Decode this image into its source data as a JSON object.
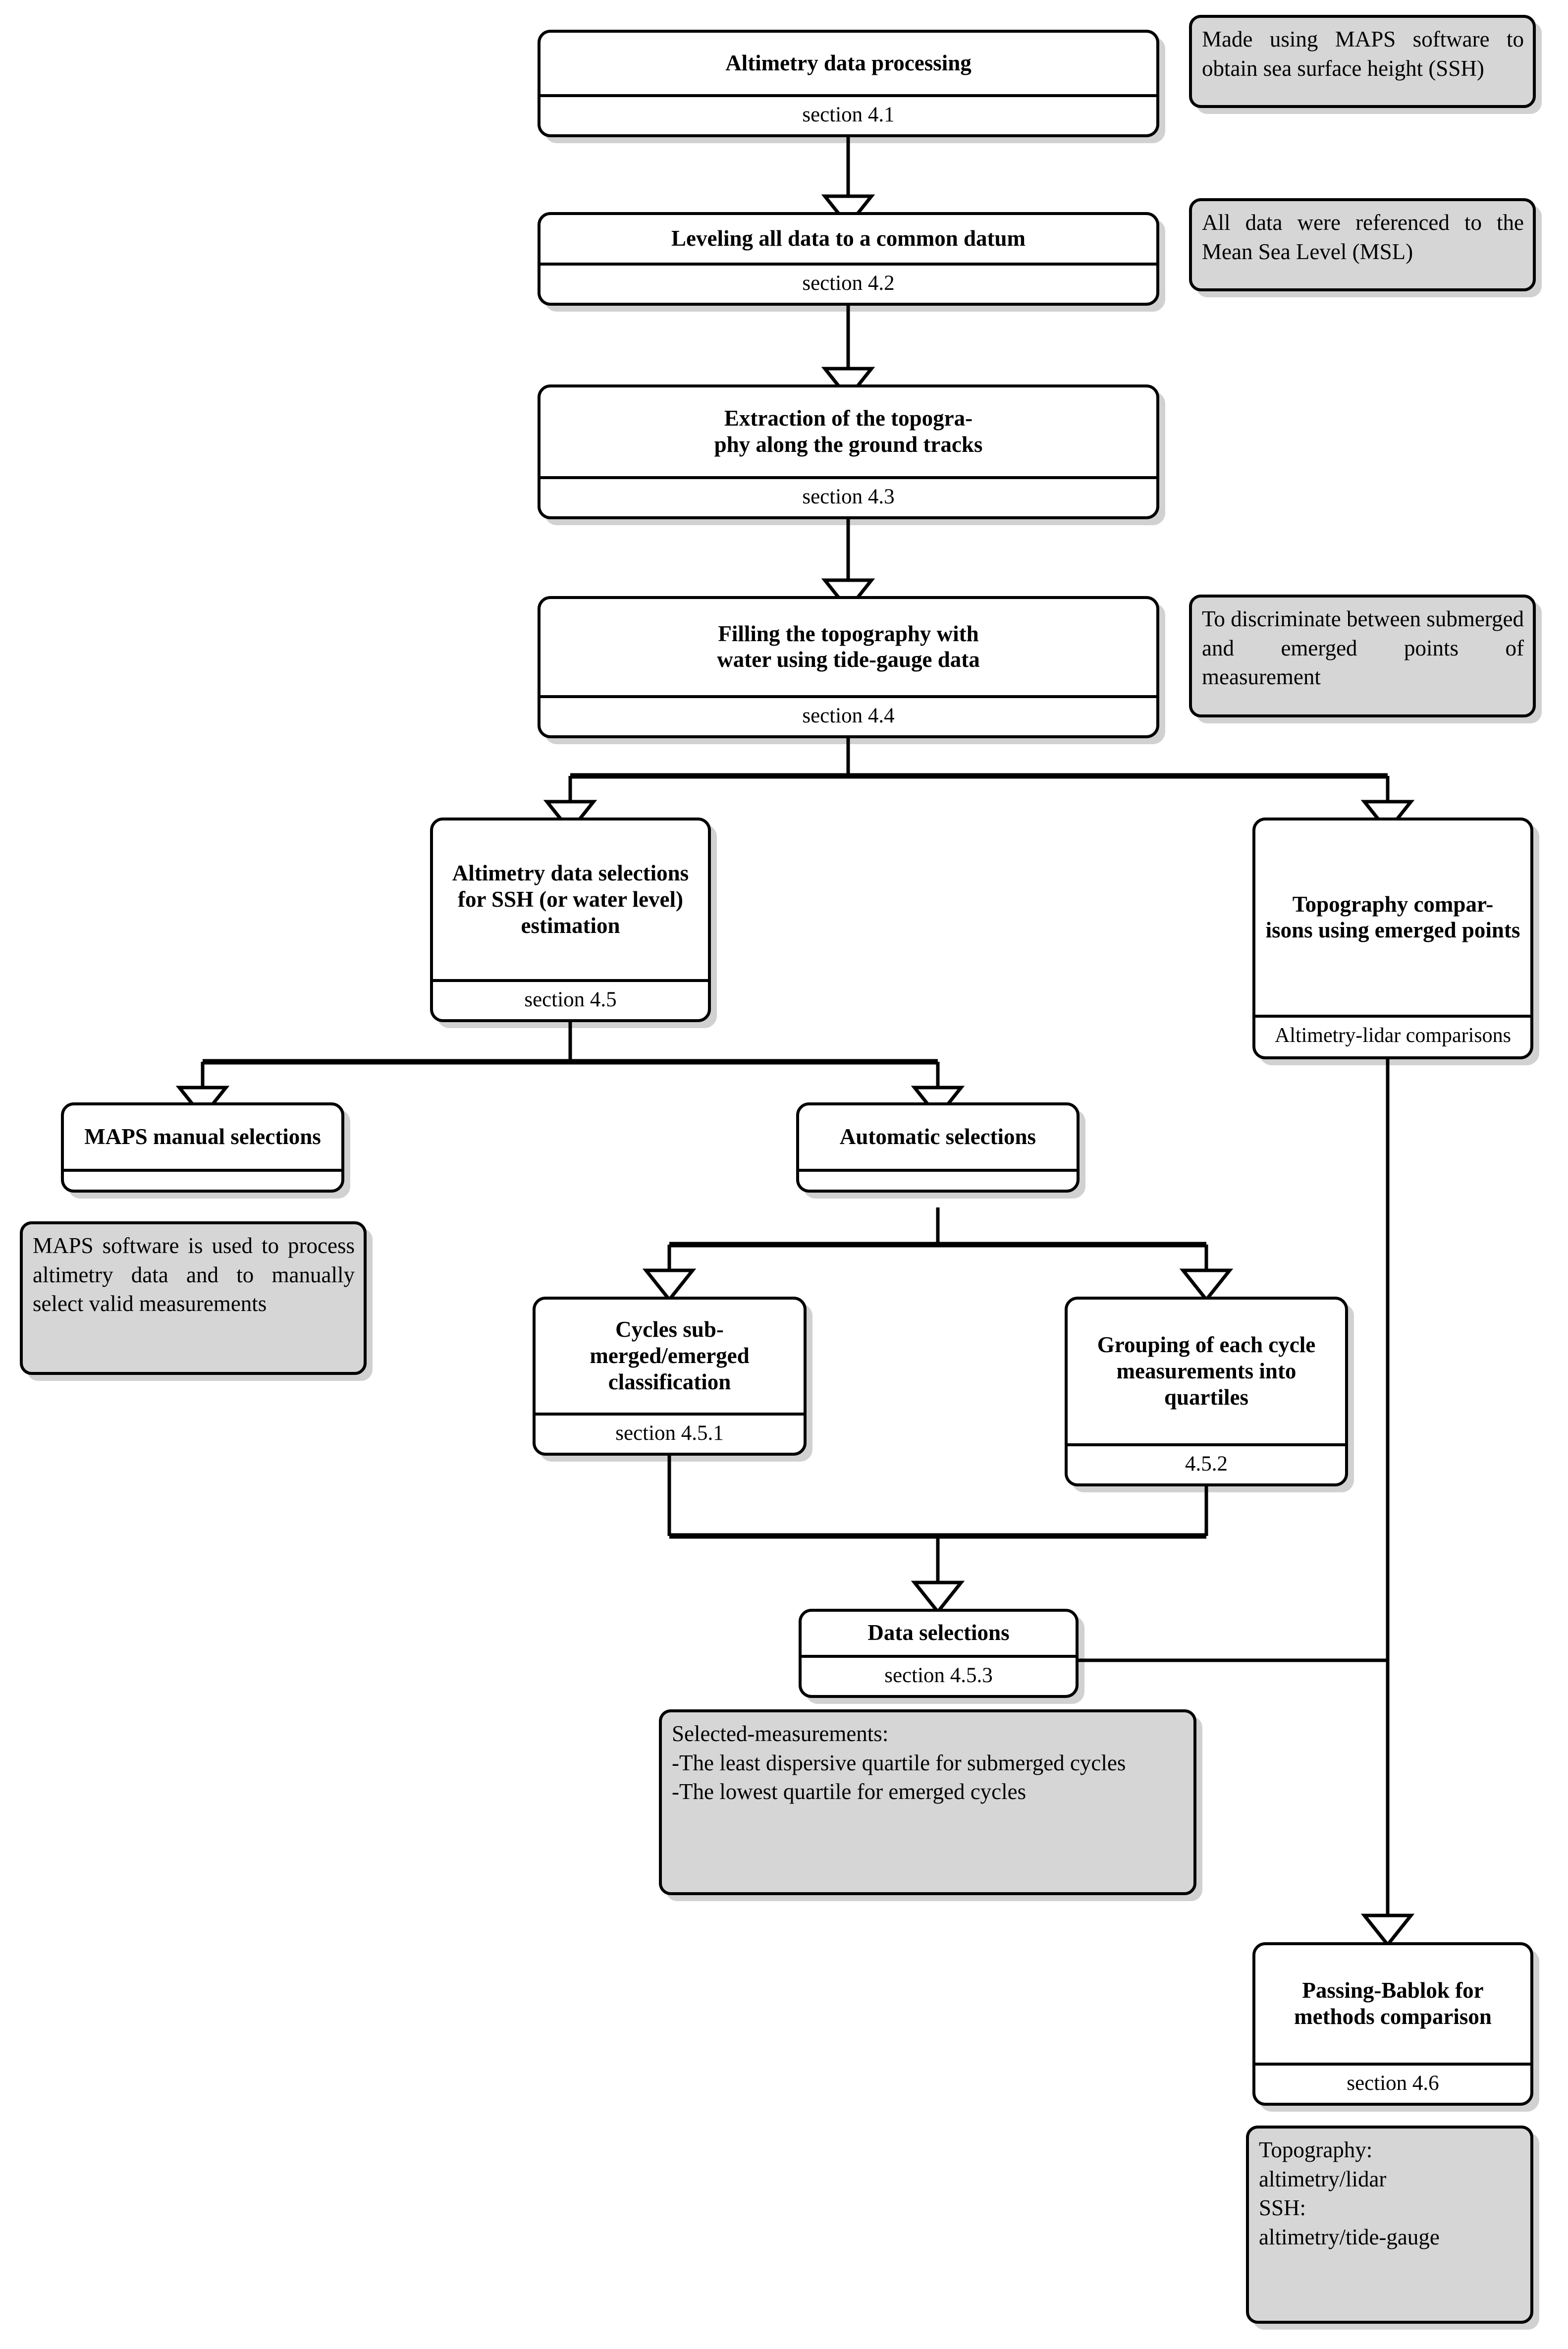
{
  "diagram": {
    "title": "Altimetry data processing workflow",
    "ink_color": "#000000",
    "note_fill": "#d6d6d6",
    "node_fill": "#ffffff"
  },
  "nodes": {
    "n1": {
      "title": "Altimetry data processing",
      "section": "section 4.1"
    },
    "n2": {
      "title": "Leveling all data to a common datum",
      "section": "section 4.2"
    },
    "n3": {
      "title": "Extraction of the topogra-\nphy along the ground tracks",
      "section": "section 4.3"
    },
    "n4": {
      "title": "Filling the topography with\nwater using tide-gauge data",
      "section": "section 4.4"
    },
    "n5": {
      "title": "Altimetry data selections for SSH (or water level) estimation",
      "section": "section 4.5"
    },
    "n6": {
      "title": "Topography compar-\nisons using emerged points",
      "section": "Altimetry-lidar comparisons"
    },
    "n7": {
      "title": "MAPS manual selections",
      "section": ""
    },
    "n8": {
      "title": "Automatic selections",
      "section": ""
    },
    "n9": {
      "title": "Cycles sub-\nmerged/emerged classification",
      "section": "section 4.5.1"
    },
    "n10": {
      "title": "Grouping of each cycle measurements into quartiles",
      "section": "4.5.2"
    },
    "n11": {
      "title": "Data selections",
      "section": "section 4.5.3"
    },
    "n12": {
      "title": "Passing-Bablok for methods comparison",
      "section": "section 4.6"
    }
  },
  "notes": {
    "a1": {
      "text": "Made using MAPS software to obtain sea surface height (SSH)"
    },
    "a2": {
      "text": "All data were refer­enced to the Mean Sea Level (MSL)"
    },
    "a3": {
      "text": "To discriminate be­tween submerged and emerged points of measurement"
    },
    "a4": {
      "text": "MAPS software is used to process altimetry data and to manually select valid measure­ments"
    },
    "a5": {
      "line1": "Selected-measurements:",
      "line2": "-The least dispersive quartile for submerged cycles",
      "line3": "-The lowest quartile for emerged cycles"
    },
    "a6": {
      "line1": "Topography:",
      "line2": "altimetry/lidar",
      "line3": "SSH:",
      "line4": "altimetry/tide-gauge"
    }
  }
}
